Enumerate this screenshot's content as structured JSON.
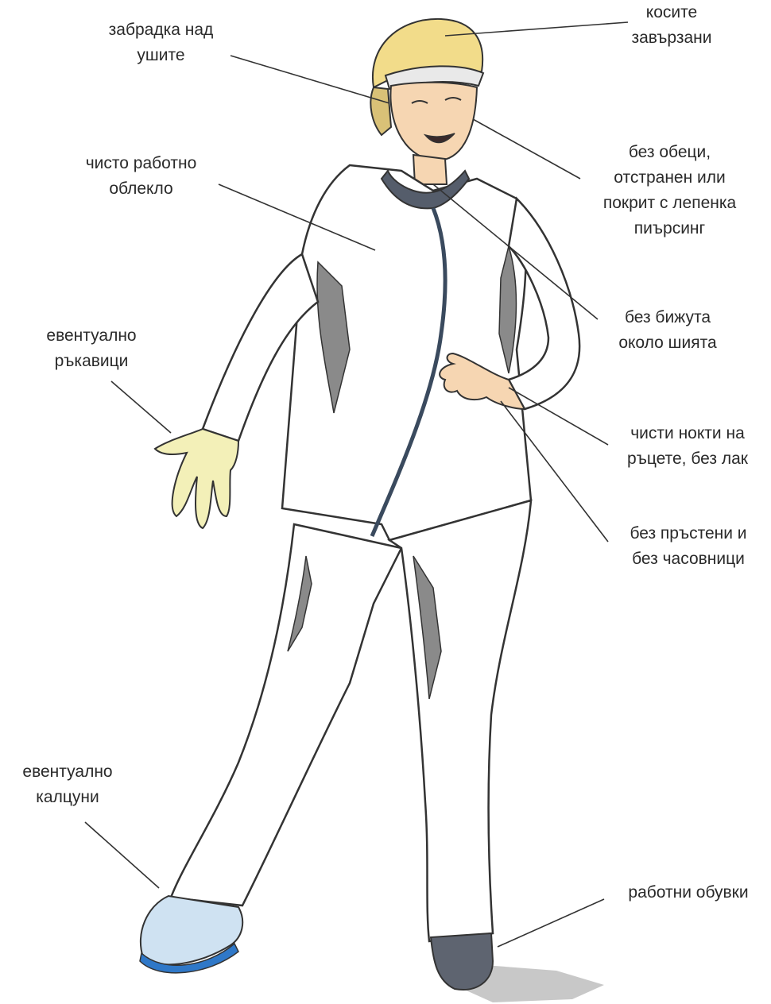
{
  "labels": {
    "hair_tied": [
      "косите",
      "завързани"
    ],
    "head_cover": [
      "забрадка над",
      "ушите"
    ],
    "no_earrings": [
      "без обеци,",
      "отстранен или",
      "покрит с лепенка",
      "пиърсинг"
    ],
    "clean_clothes": [
      "чисто работно",
      "облекло"
    ],
    "no_neck_jewelry": [
      "без бижута",
      "около шията"
    ],
    "gloves": [
      "евентуално",
      "ръкавици"
    ],
    "clean_nails": [
      "чисти нокти на",
      "ръцете, без лак"
    ],
    "no_rings": [
      "без пръстени и",
      "без часовници"
    ],
    "shoe_covers": [
      "евентуално",
      "калцуни"
    ],
    "work_shoes": [
      "работни обувки"
    ]
  },
  "colors": {
    "ink": "#2a2a2a",
    "line": "#333333",
    "hair": "#f2dc8a",
    "skin": "#f6d6b2",
    "glove": "#f3f0b8",
    "shoe_cover": "#cfe2f2",
    "shoe_cover_sole": "#2f78c8",
    "shadow": "#7e7e7e",
    "collar": "#555d6b"
  }
}
